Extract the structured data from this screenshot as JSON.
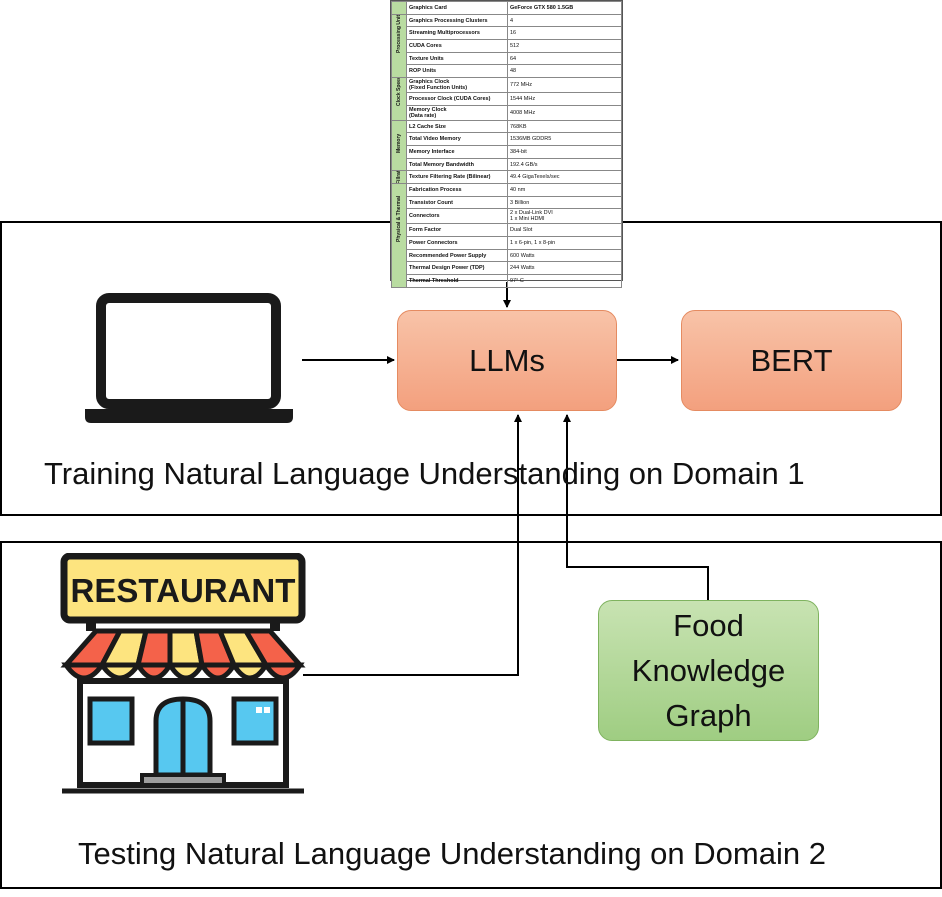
{
  "spec_table": {
    "header": [
      "Graphics Card",
      "GeForce GTX 580 1.5GB"
    ],
    "groups": [
      {
        "category": "Processing Units",
        "rows": [
          [
            "Graphics Processing Clusters",
            "4"
          ],
          [
            "Streaming Multiprocessors",
            "16"
          ],
          [
            "CUDA Cores",
            "512"
          ],
          [
            "Texture Units",
            "64"
          ],
          [
            "ROP Units",
            "48"
          ]
        ]
      },
      {
        "category": "Clock Speeds",
        "rows": [
          [
            "Graphics Clock\n(Fixed Function Units)",
            "772 MHz"
          ],
          [
            "Processor Clock (CUDA Cores)",
            "1544 MHz"
          ],
          [
            "Memory Clock\n(Data rate)",
            "4008 MHz"
          ]
        ]
      },
      {
        "category": "Memory",
        "rows": [
          [
            "L2 Cache Size",
            "768KB"
          ],
          [
            "Total Video Memory",
            "1536MB GDDR5"
          ],
          [
            "Memory Interface",
            "384-bit"
          ],
          [
            "Total Memory Bandwidth",
            "192.4 GB/s"
          ]
        ]
      },
      {
        "category": "Fillrate",
        "rows": [
          [
            "Texture Filtering Rate (Bilinear)",
            "49.4 GigaTexels/sec"
          ]
        ]
      },
      {
        "category": "Physical & Thermal",
        "rows": [
          [
            "Fabrication Process",
            "40 nm"
          ],
          [
            "Transistor Count",
            "3 Billion"
          ],
          [
            "Connectors",
            "2 x Dual-Link DVI\n1 x Mini HDMI"
          ],
          [
            "Form Factor",
            "Dual Slot"
          ],
          [
            "Power Connectors",
            "1 x 6-pin, 1 x 8-pin"
          ],
          [
            "Recommended Power Supply",
            "600 Watts"
          ],
          [
            "Thermal Design Power (TDP)",
            "244 Watts"
          ],
          [
            "Thermal Threshold",
            "97° C"
          ]
        ]
      }
    ]
  },
  "nodes": {
    "llms": "LLMs",
    "bert": "BERT",
    "knowledge_graph": [
      "Food",
      "Knowledge",
      "Graph"
    ]
  },
  "captions": {
    "training": "Training Natural Language Understanding on Domain 1",
    "testing": "Testing Natural Language Understanding on Domain 2"
  },
  "restaurant_sign": "RESTAURANT",
  "colors": {
    "llm_fill": "#f4a784",
    "knowledge_graph_fill": "#a9d18e",
    "table_category_fill": "#b9dca1",
    "awning_red": "#f4624a",
    "awning_yellow": "#fde47f",
    "window_blue": "#57c8f0"
  },
  "icons": [
    "laptop-icon",
    "restaurant-icon"
  ]
}
